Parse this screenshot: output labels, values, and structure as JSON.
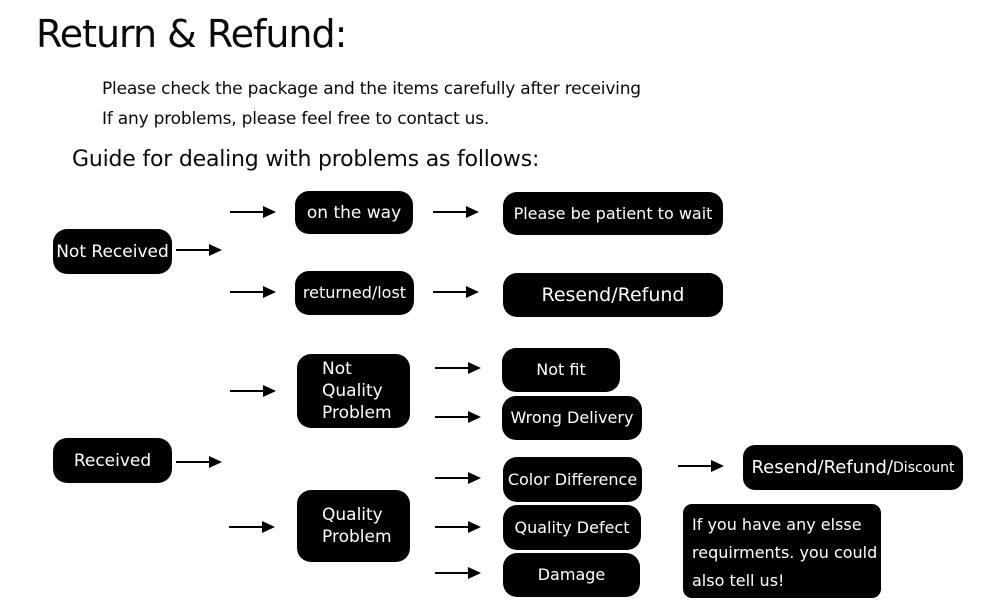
{
  "header": {
    "title": "Return & Refund:",
    "intro_line1": "Please check the package and the items carefully after receiving",
    "intro_line2": "If any problems, please feel free to contact us.",
    "guide_heading": "Guide for dealing with problems as follows:"
  },
  "colors": {
    "background": "#ffffff",
    "node_background": "#000000",
    "node_text": "#ffffff",
    "body_text": "#0a0a0a",
    "arrow": "#000000"
  },
  "flowchart": {
    "nodes": {
      "not_received": "Not Received",
      "on_the_way": "on the way",
      "returned_lost": "returned/lost",
      "be_patient": "Please be patient to wait",
      "resend_refund": "Resend/Refund",
      "not_quality_problem": "Not\nQuality\nProblem",
      "received": "Received",
      "quality_problem": "Quality\nProblem",
      "not_fit": "Not fit",
      "wrong_delivery": "Wrong Delivery",
      "color_difference": "Color Difference",
      "quality_defect": "Quality Defect",
      "damage": "Damage",
      "resend_refund_discount": {
        "main": "Resend/Refund/",
        "small": "Discount"
      },
      "extra_note": "If you have any elsse\nrequirments. you could\nalso tell us!"
    },
    "edges": [
      {
        "from": "not_received",
        "to": "on_the_way"
      },
      {
        "from": "not_received",
        "to": "returned_lost"
      },
      {
        "from": "on_the_way",
        "to": "be_patient"
      },
      {
        "from": "returned_lost",
        "to": "resend_refund"
      },
      {
        "from": "received",
        "to": "not_quality_problem"
      },
      {
        "from": "received",
        "to": "quality_problem"
      },
      {
        "from": "not_quality_problem",
        "to": "not_fit"
      },
      {
        "from": "not_quality_problem",
        "to": "wrong_delivery"
      },
      {
        "from": "quality_problem",
        "to": "color_difference"
      },
      {
        "from": "quality_problem",
        "to": "quality_defect"
      },
      {
        "from": "quality_problem",
        "to": "damage"
      },
      {
        "from": "color_difference",
        "to": "resend_refund_discount"
      }
    ]
  }
}
